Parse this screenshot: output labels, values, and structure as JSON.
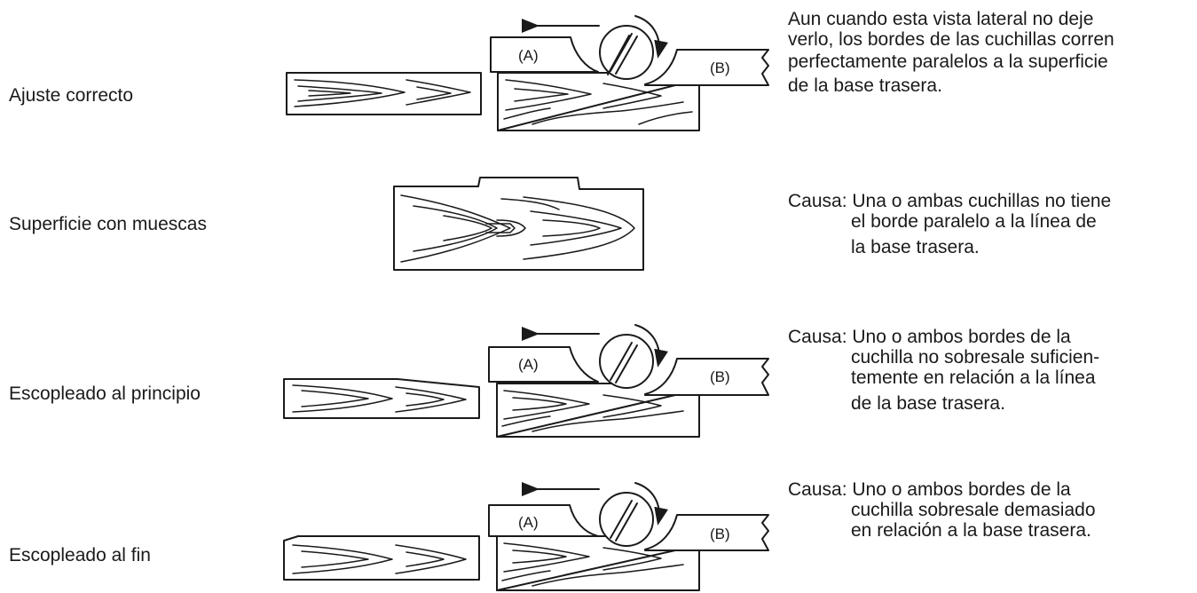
{
  "rows": [
    {
      "label": "Ajuste correcto",
      "note_lines": [
        "Aun cuando esta vista lateral no deje",
        "verlo, los bordes de las cuchillas corren",
        "perfectamente paralelos a la superficie",
        "de la base trasera."
      ],
      "infeed_label": "(A)",
      "outfeed_label": "(B)"
    },
    {
      "label": "Superficie con muescas",
      "cause_prefix": "Causa:",
      "cause_lines": [
        "Una o ambas cuchillas no tiene",
        "el borde paralelo a la línea de",
        "la base trasera."
      ]
    },
    {
      "label": "Escopleado al principio",
      "cause_prefix": "Causa:",
      "cause_lines": [
        "Uno o ambos bordes de la",
        "cuchilla no sobresale suficien-",
        "temente en relación a la línea",
        "de la base trasera."
      ],
      "infeed_label": "(A)",
      "outfeed_label": "(B)"
    },
    {
      "label": "Escopleado al fin",
      "cause_prefix": "Causa:",
      "cause_lines": [
        "Uno o ambos bordes de la",
        "cuchilla sobresale demasiado",
        "en relación a la base trasera."
      ],
      "infeed_label": "(A)",
      "outfeed_label": "(B)"
    }
  ]
}
